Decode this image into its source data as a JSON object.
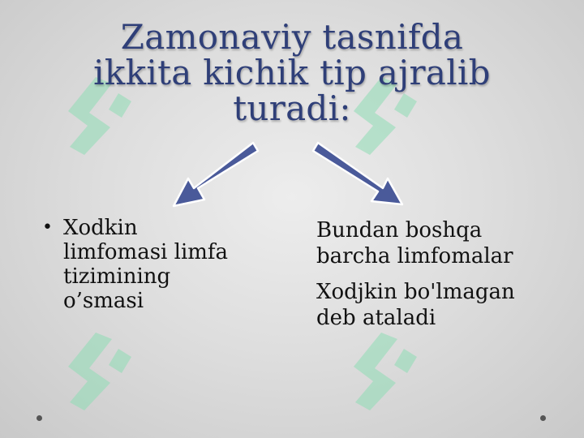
{
  "slide": {
    "title_lines": [
      "Zamonaviy tasnifda",
      "ikkita kichik tip ajralib",
      "turadi:"
    ],
    "left_item": {
      "bullet": "•",
      "lines": [
        "Xodkin",
        "limfomasi limfa",
        "tizimining",
        "o’smasi"
      ]
    },
    "right_items": [
      {
        "lines": [
          "Bundan boshqa",
          "barcha limfomalar"
        ]
      },
      {
        "lines": [
          "Xodjkin bo'lmagan",
          "deb ataladi"
        ]
      }
    ]
  },
  "colors": {
    "title": "#2f3f78",
    "arrow_fill": "#4a5a9a",
    "arrow_stroke": "#ffffff",
    "watermark": "#8fdcb4"
  },
  "icons": {
    "left_arrow": "arrow-down-left-icon",
    "right_arrow": "arrow-down-right-icon",
    "watermark": "logo-watermark-icon"
  }
}
